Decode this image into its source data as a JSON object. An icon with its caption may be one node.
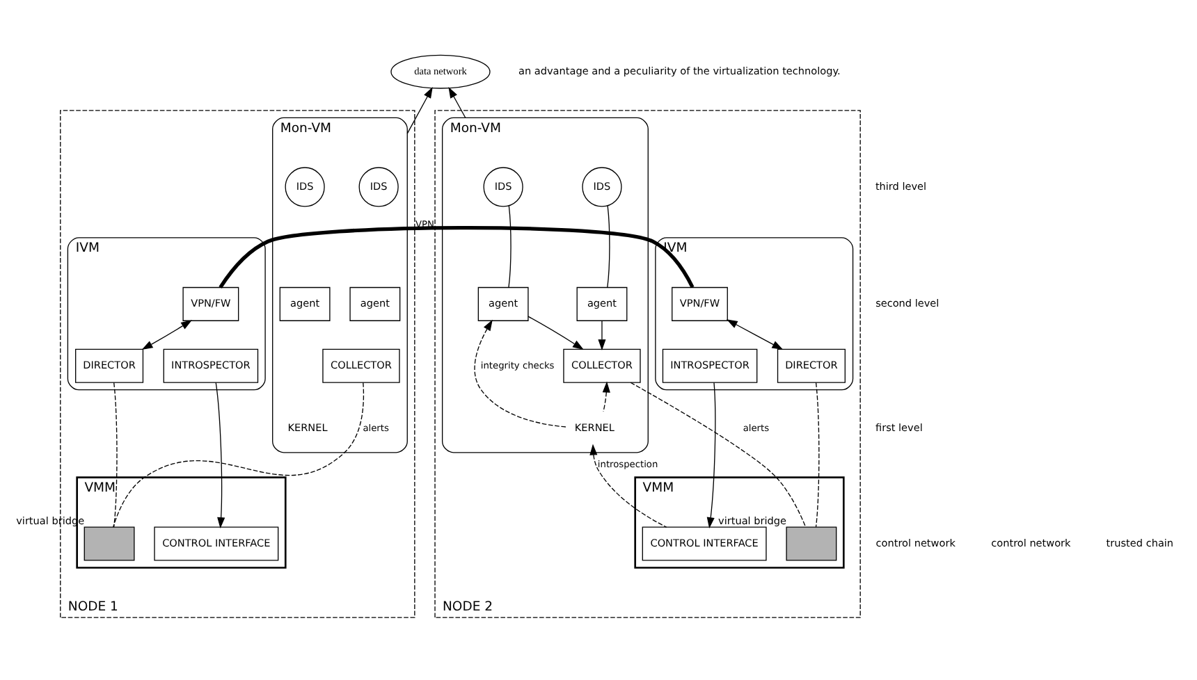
{
  "diagram": {
    "nodes": [
      {
        "text": [
          "NODE 1"
        ]
      },
      {
        "text": [
          "Mon-VM"
        ],
        "in": 0
      },
      {
        "text": [
          "IDS"
        ],
        "in": 1
      },
      {
        "text": [
          "IDS"
        ],
        "in": 1
      },
      {
        "text": [
          "agent"
        ],
        "in": 1
      },
      {
        "text": [
          "agent"
        ],
        "in": 1
      },
      {
        "text": [
          "COLLECTOR"
        ],
        "in": 1
      },
      {
        "text": [
          "KERNEL"
        ],
        "in": 1
      },
      {
        "text": [
          "IVM"
        ],
        "in": 0
      },
      {
        "text": [
          "VPN/FW"
        ],
        "in": 8
      },
      {
        "text": [
          "DIRECTOR"
        ],
        "in": 8
      },
      {
        "text": [
          "INTROSPECTOR"
        ],
        "in": 8
      },
      {
        "text": [
          "VMM"
        ],
        "in": 0
      },
      {
        "text": [],
        "shape": "box",
        "beside": [
          "virtual bridge"
        ],
        "in": 12
      },
      {
        "text": [
          "CONTROL INTERFACE"
        ],
        "in": 12
      },
      {
        "text": [
          "NODE 2"
        ]
      },
      {
        "text": [
          "IVM"
        ],
        "in": 15
      },
      {
        "text": [
          "VPN/FW"
        ],
        "in": 16
      },
      {
        "text": [
          "INTROSPECTOR"
        ],
        "in": 16
      },
      {
        "text": [
          "DIRECTOR"
        ],
        "in": 16
      },
      {
        "text": [
          "Mon-VM"
        ],
        "in": 15
      },
      {
        "text": [
          "IDS"
        ],
        "in": 20
      },
      {
        "text": [
          "IDS"
        ],
        "in": 20
      },
      {
        "text": [
          "agent"
        ],
        "in": 20
      },
      {
        "text": [
          "agent"
        ],
        "in": 20
      },
      {
        "text": [
          "COLLECTOR"
        ],
        "in": 20
      },
      {
        "text": [
          "KERNEL"
        ],
        "in": 20
      },
      {
        "text": [
          "VMM"
        ],
        "in": 15
      },
      {
        "text": [
          "CONTROL INTERFACE"
        ],
        "in": 27
      },
      {
        "text": [],
        "shape": "box",
        "beside": [
          "virtual bridge"
        ],
        "in": 27
      },
      {
        "text": [
          "data network"
        ]
      }
    ],
    "edges": [
      {
        "from": 1,
        "to": 30,
        "arrow": "to"
      },
      {
        "from": 20,
        "to": 30,
        "arrow": "to"
      },
      {
        "from": 9,
        "to": 17,
        "arrow": "none",
        "label": "VPN",
        "style": "thick"
      },
      {
        "from": 10,
        "to": 9,
        "arrow": "both"
      },
      {
        "from": 17,
        "to": 19,
        "arrow": "both"
      },
      {
        "from": 6,
        "to": 13,
        "arrow": "none",
        "label": "alerts",
        "style": "dashed"
      },
      {
        "from": 10,
        "to": 13,
        "arrow": "none",
        "style": "dashed"
      },
      {
        "from": 11,
        "to": 14,
        "arrow": "to"
      },
      {
        "from": 18,
        "to": 28,
        "arrow": "to"
      },
      {
        "from": 19,
        "to": 29,
        "arrow": "none",
        "style": "dashed"
      },
      {
        "from": 25,
        "to": 29,
        "arrow": "none",
        "label": "alerts",
        "style": "dashed"
      },
      {
        "from": 21,
        "to": 23,
        "arrow": "none"
      },
      {
        "from": 22,
        "to": 24,
        "arrow": "none"
      },
      {
        "from": 23,
        "to": 25,
        "arrow": "to"
      },
      {
        "from": 24,
        "to": 25,
        "arrow": "to"
      },
      {
        "from": 26,
        "to": 23,
        "arrow": "to",
        "label": "integrity checks",
        "style": "dashed"
      },
      {
        "from": 26,
        "to": 25,
        "arrow": "to",
        "style": "dashed"
      },
      {
        "from": 28,
        "to": 26,
        "arrow": "to",
        "label": "introspection",
        "style": "dashed"
      }
    ],
    "labels": [
      "an advantage and a peculiarity of the virtualization technology.",
      "control network",
      "control network",
      "third level",
      "second level",
      "first level",
      "trusted chain"
    ]
  }
}
